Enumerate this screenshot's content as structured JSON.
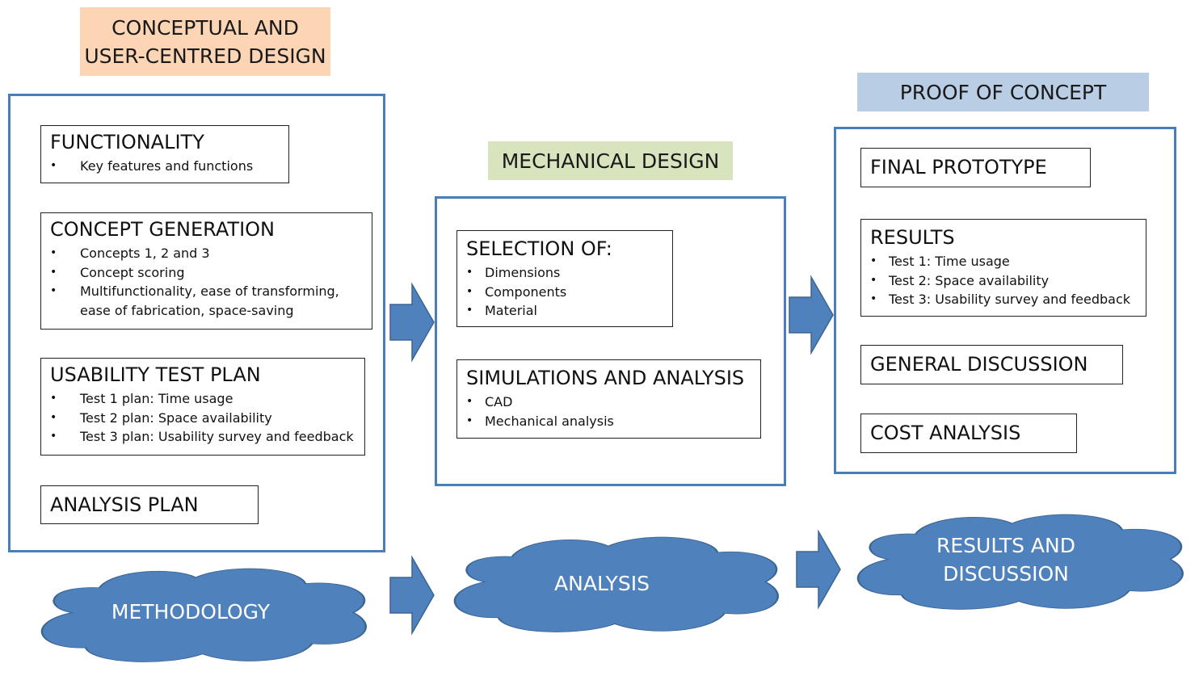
{
  "headers": {
    "conceptual": "CONCEPTUAL AND\nUSER-CENTRED DESIGN",
    "mechanical": "MECHANICAL DESIGN",
    "proof": "PROOF OF CONCEPT"
  },
  "colors": {
    "conceptual_bg": "#fcd5b5",
    "mechanical_bg": "#d7e4bd",
    "proof_bg": "#b9cde5",
    "panel_border": "#4a7ebb",
    "arrow_fill": "#4f81bd",
    "cloud_fill": "#4f81bd"
  },
  "left_panel": {
    "functionality": {
      "title": "FUNCTIONALITY",
      "items": [
        "Key features and functions"
      ]
    },
    "concept_generation": {
      "title": "CONCEPT GENERATION",
      "items": [
        "Concepts 1, 2 and 3",
        "Concept scoring",
        "Multifunctionality, ease of transforming, ease of fabrication, space-saving"
      ]
    },
    "usability_test_plan": {
      "title": "USABILITY TEST PLAN",
      "items": [
        "Test 1 plan: Time usage",
        "Test 2 plan: Space availability",
        "Test 3 plan: Usability survey and feedback"
      ]
    },
    "analysis_plan": {
      "title": "ANALYSIS PLAN"
    }
  },
  "middle_panel": {
    "selection": {
      "title": "SELECTION OF:",
      "items": [
        "Dimensions",
        "Components",
        "Material"
      ]
    },
    "simulations": {
      "title": "SIMULATIONS AND ANALYSIS",
      "items": [
        "CAD",
        "Mechanical analysis"
      ]
    }
  },
  "right_panel": {
    "final_prototype": {
      "title": "FINAL PROTOTYPE"
    },
    "results": {
      "title": "RESULTS",
      "items": [
        "Test 1: Time usage",
        "Test 2: Space availability",
        "Test 3: Usability survey and feedback"
      ]
    },
    "general_discussion": {
      "title": "GENERAL DISCUSSION"
    },
    "cost_analysis": {
      "title": "COST ANALYSIS"
    }
  },
  "clouds": {
    "methodology": "METHODOLOGY",
    "analysis": "ANALYSIS",
    "results_discussion": "RESULTS AND\nDISCUSSION"
  }
}
